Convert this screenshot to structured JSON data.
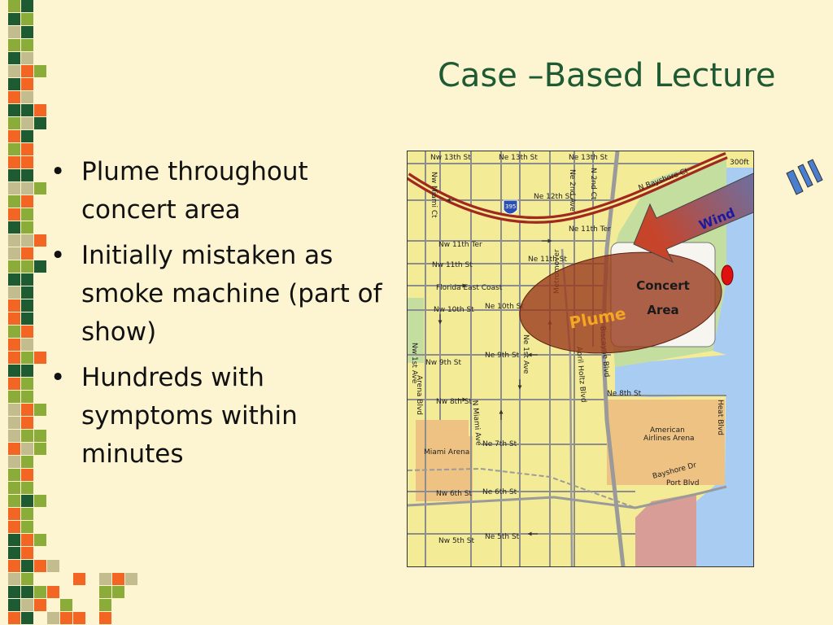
{
  "slide": {
    "title": "Case –Based Lecture",
    "bullets": [
      "Plume throughout concert area",
      "Initially mistaken as smoke machine (part of show)",
      "Hundreds with symptoms within minutes"
    ]
  },
  "map": {
    "wind_label": "Wind",
    "plume_label": "Plume",
    "concert_area_label": [
      "Concert",
      "Area"
    ],
    "streets": {
      "nw_13th_st": "Nw 13th St",
      "ne_13th_st_a": "Ne 13th St",
      "ne_13th_st_b": "Ne 13th St",
      "elevation": "300ft",
      "nw_miami_ct": "Nw Miami Ct",
      "ne_2nd_ave": "Ne 2nd Ave",
      "n_2nd_ct": "N 2nd Ct",
      "bayshore_ct": "N Bayshore Ct",
      "ne_12th_st": "Ne 12th St",
      "shield": "395",
      "nw_11th_ter": "Nw 11th Ter",
      "ne_11th_ter": "Ne 11th Ter",
      "nw_11th_st": "Nw 11th St",
      "ne_11th_st": "Ne 11th St",
      "florida_east_coast": "Florida East Coast",
      "nw_10th_st": "Nw 10th St",
      "ne_10th_st": "Ne 10th St",
      "metromover": "Metromover",
      "ne_1st_ave": "Ne 1st Ave",
      "nw_1st_ave": "Nw 1st Ave",
      "arena_blvd": "Arena Blvd",
      "biscayne_blvd": "Biscayne Blvd",
      "nw_9th_st": "Nw 9th St",
      "ne_9th_st": "Ne 9th St",
      "holtz_blvd": "Abril Holtz Blvd",
      "ne_8th_st": "Ne 8th St",
      "nw_8th_st": "Nw 8th St",
      "n_miami_ave": "N Miami Ave",
      "miami_arena": "Miami Arena",
      "ne_7th_st": "Ne 7th St",
      "american_airlines_arena": [
        "American",
        "Airlines Arena"
      ],
      "heat_blvd": "Heat Blvd",
      "bayshore_dr": "Bayshore Dr",
      "port_blvd": "Port Blvd",
      "nw_6th_st": "Nw 6th St",
      "ne_6th_st": "Ne 6th St",
      "nw_5th_st": "Nw 5th St",
      "ne_5th_st": "Ne 5th St"
    }
  },
  "colors": {
    "background": "#fdf4d2",
    "title": "#1e5a32",
    "map_land": "#f3eb95",
    "water": "#a8ccf2",
    "park": "#c4dea0",
    "arena_fill": "#eec282",
    "highway": "#a0281e",
    "plume": "#9a3b1e",
    "plume_label": "#f5a623",
    "wind_text": "#1a1aa0",
    "marker": "#e01010",
    "mosaic": [
      "#1e5a32",
      "#f26522",
      "#8cac3a",
      "#c3bc8e"
    ]
  }
}
